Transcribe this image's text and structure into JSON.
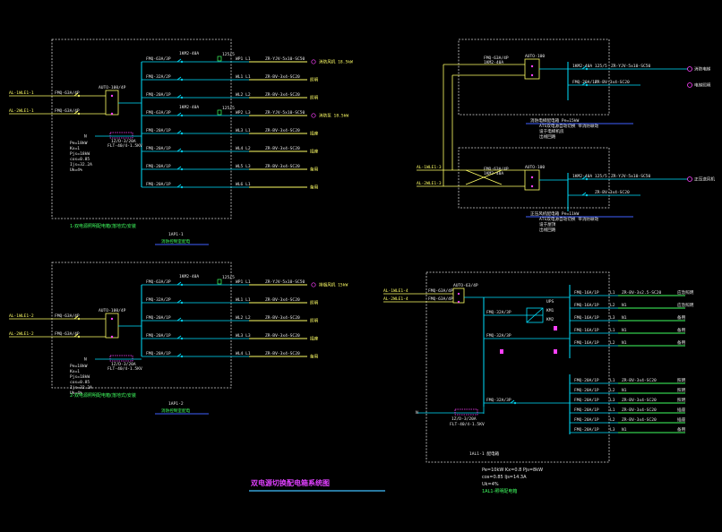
{
  "title": "双电源切换配电箱系统图",
  "colors": {
    "background": "#000000",
    "bus": "#00e0ff",
    "feed": "#ffff66",
    "frame": "#d8d8d8",
    "label": "#e8e8e8",
    "accent": "#ff40ff",
    "out": "#ffff66",
    "note": "#40ff60",
    "blue": "#4060ff"
  },
  "panel_a": {
    "inputs": [
      "AL-1WLE1-1",
      "AL-2WLE1-1"
    ],
    "breakers": [
      "FMQ-63A/4P",
      "FMQ-63A/4P"
    ],
    "ats": "AUTO-100/4P",
    "spd_label": "1Z/D-3/20A",
    "spd_sub": "FLT-40/4-1.5KV",
    "params": [
      "Pe=18kW",
      "Kx=1",
      "Pjs=18kW",
      "cos=0.85",
      "Ijs=32.2A",
      "Uk=4%"
    ],
    "circuits": [
      {
        "cb": "FMQ-63A/3P",
        "cb2": "1KM2-40A",
        "ct": "125/5",
        "wl": "WP1 L1",
        "cable": "ZR-YJV-5x10-SC50",
        "dest": "消防风机 18.5kW"
      },
      {
        "cb": "FMQ-32A/2P",
        "cb2": "",
        "ct": "",
        "wl": "WL1 L1",
        "cable": "ZR-BV-3x4-SC20",
        "dest": "照明"
      },
      {
        "cb": "FMQ-20A/1P",
        "cb2": "",
        "ct": "",
        "wl": "WL2 L2",
        "cable": "ZR-BV-3x4-SC20",
        "dest": "照明"
      },
      {
        "cb": "FMQ-63A/3P",
        "cb2": "1KM2-40A",
        "ct": "125/5",
        "wl": "WP2 L3",
        "cable": "ZR-YJV-5x10-SC50",
        "dest": "消防泵 18.5kW"
      },
      {
        "cb": "FMQ-20A/1P",
        "cb2": "",
        "ct": "",
        "wl": "WL3 L1",
        "cable": "ZR-BV-3x4-SC20",
        "dest": "插座"
      },
      {
        "cb": "FMQ-20A/1P",
        "cb2": "",
        "ct": "",
        "wl": "WL4 L2",
        "cable": "ZR-BV-3x4-SC20",
        "dest": "插座"
      },
      {
        "cb": "FMQ-20A/1P",
        "cb2": "",
        "ct": "",
        "wl": "WL5 L3",
        "cable": "ZR-BV-3x4-SC20",
        "dest": "备用"
      },
      {
        "cb": "FMQ-20A/1P",
        "cb2": "",
        "ct": "",
        "wl": "WL6 L1",
        "cable": "",
        "dest": "备用"
      }
    ],
    "caption": "1-双电源照明配电箱(落地式)安装",
    "box_id": "1AP1-1",
    "note": "消防控制室配电"
  },
  "panel_b": {
    "inputs": [
      "AL-1WLE1-2",
      "AL-2WLE1-2"
    ],
    "breakers": [
      "FMQ-63A/4P",
      "FMQ-63A/4P"
    ],
    "ats": "AUTO-100/4P",
    "spd_label": "1Z/D-3/20A",
    "spd_sub": "FLT-40/4-1.5KV",
    "params": [
      "Pe=18kW",
      "Kx=1",
      "Pjs=18kW",
      "cos=0.85",
      "Ijs=32.2A",
      "Uk=4%"
    ],
    "circuits": [
      {
        "cb": "FMQ-63A/3P",
        "cb2": "1KM2-40A",
        "ct": "125/5",
        "wl": "WP1 L1",
        "cable": "ZR-YJV-5x10-SC50",
        "dest": "排烟风机 15kW"
      },
      {
        "cb": "FMQ-32A/2P",
        "cb2": "",
        "ct": "",
        "wl": "WL1 L1",
        "cable": "ZR-BV-3x4-SC20",
        "dest": "照明"
      },
      {
        "cb": "FMQ-20A/1P",
        "cb2": "",
        "ct": "",
        "wl": "WL2 L2",
        "cable": "ZR-BV-3x4-SC20",
        "dest": "照明"
      },
      {
        "cb": "FMQ-20A/1P",
        "cb2": "",
        "ct": "",
        "wl": "WL3 L3",
        "cable": "ZR-BV-3x4-SC20",
        "dest": "插座"
      },
      {
        "cb": "FMQ-20A/1P",
        "cb2": "",
        "ct": "",
        "wl": "WL4 L1",
        "cable": "ZR-BV-3x4-SC20",
        "dest": "备用"
      }
    ],
    "caption": "2-双电源照明配电箱(落地式)安装",
    "box_id": "1AP1-2",
    "note": "消防控制室配电"
  },
  "panel_c": {
    "inputs": [
      "AL-1WLE1-3",
      "AL-2WLE1-3"
    ],
    "upper": {
      "cb1": "FMQ-63A/4P",
      "cb1b": "1KM2-40A",
      "ats": "AUTO-100",
      "sub": "1KM2-40A 125/5",
      "cable": "ZR-YJV-5x10-SC50",
      "dest": "消防电梯",
      "cb2": "FMQ-20A/1P",
      "cable2": "ZR-BV-3x4-SC20",
      "dest2": "电梯照明",
      "notes": [
        "消防电梯配电箱 Pe=15kW",
        "ATS双电源自动切换 带消防联动",
        "设于电梯机房",
        "出线回路"
      ]
    },
    "lower": {
      "cb1": "FMQ-63A/4P",
      "cb1b": "1KM2-40A",
      "ats": "AUTO-100",
      "sub": "1KM2-40A 125/5",
      "cable": "ZR-YJV-5x10-SC50",
      "dest": "正压送风机",
      "cable2": "ZR-BV-3x4-SC20",
      "notes": [
        "正压风机配电箱 Pe=11kW",
        "ATS双电源自动切换 带消防联动",
        "设于屋顶",
        "出线回路"
      ]
    }
  },
  "panel_d": {
    "inputs": [
      "AL-1WLE1-4",
      "AL-2WLE1-4"
    ],
    "breakers": [
      "FMQ-63A/4P",
      "FMQ-63A/4P"
    ],
    "ats": "AUTO-63/4P",
    "mid_cbs": [
      "FMQ-32A/3P",
      "FMQ-32A/3P"
    ],
    "lower_cb": "FMQ-32A/3P",
    "ups_labels": [
      "UPS",
      "KM1",
      "KM2"
    ],
    "spd_label": "1Z/D-3/20A",
    "spd_sub": "FLT-40/4-1.5KV",
    "top_circuits": [
      {
        "cb": "FMQ-16A/1P",
        "wl": "L1",
        "cable": "ZR-BV-3x2.5-SC20",
        "dest": "应急照明"
      },
      {
        "cb": "FMQ-16A/1P",
        "wl": "L2",
        "cable": "N1",
        "dest": "应急照明"
      },
      {
        "cb": "FMQ-16A/1P",
        "wl": "L3",
        "cable": "N1",
        "dest": "备用"
      },
      {
        "cb": "FMQ-16A/1P",
        "wl": "L1",
        "cable": "N1",
        "dest": "备用"
      },
      {
        "cb": "FMQ-16A/1P",
        "wl": "L2",
        "cable": "N1",
        "dest": "备用"
      }
    ],
    "bottom_circuits": [
      {
        "cb": "FMQ-20A/1P",
        "wl": "L1",
        "cable": "ZR-BV-3x4-SC20",
        "dest": "照明"
      },
      {
        "cb": "FMQ-20A/1P",
        "wl": "L2",
        "cable": "N1",
        "dest": "照明"
      },
      {
        "cb": "FMQ-20A/1P",
        "wl": "L3",
        "cable": "ZR-BV-3x4-SC20",
        "dest": "照明"
      },
      {
        "cb": "FMQ-20A/1P",
        "wl": "L1",
        "cable": "ZR-BV-3x4-SC20",
        "dest": "插座"
      },
      {
        "cb": "FMQ-20A/1P",
        "wl": "L2",
        "cable": "ZR-BV-3x4-SC20",
        "dest": "插座"
      },
      {
        "cb": "FMQ-20A/1P",
        "wl": "L3",
        "cable": "N1",
        "dest": "备用"
      }
    ],
    "box_id": "1AL1-1 配电箱",
    "params": [
      "Pe=10kW Kx=0.8 Pjs=8kW",
      "cos=0.85 Ijs=14.3A",
      "Uk=4%",
      "1AL1-照明配电箱"
    ]
  }
}
